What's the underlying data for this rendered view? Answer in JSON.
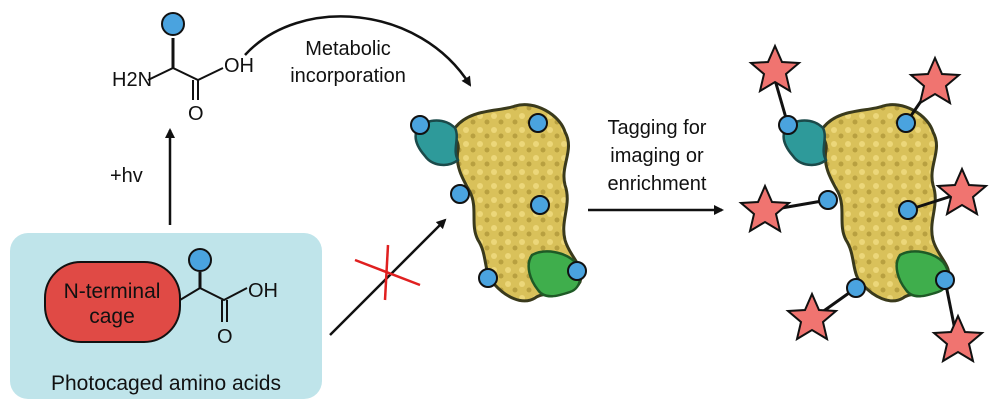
{
  "labels": {
    "amino_acid_amine": "H2N",
    "amino_acid_oh": "OH",
    "amino_acid_o": "O",
    "light": "+hv",
    "metabolic_line1": "Metabolic",
    "metabolic_line2": "incorporation",
    "tagging_line1": "Tagging for",
    "tagging_line2": "imaging or",
    "tagging_line3": "enrichment",
    "cage_line1": "N-terminal",
    "cage_line2": "cage",
    "caged_oh": "OH",
    "caged_o": "O",
    "photocaged_caption": "Photocaged amino acids"
  },
  "colors": {
    "handle_blue": "#4aa3df",
    "protein_yellow": "#d9c15a",
    "protein_dark": "#3a3a1c",
    "teal_patch": "#2e9a9a",
    "green_patch": "#3fae4c",
    "tag_star": "#f07470",
    "cage_red": "#e04a45",
    "panel_blue": "#bfe4ea",
    "block_cross": "#e02020"
  },
  "icons": {
    "blocked_arrow": "cross-mark-icon",
    "tag": "star-icon",
    "chemical_handle": "circle-icon"
  }
}
